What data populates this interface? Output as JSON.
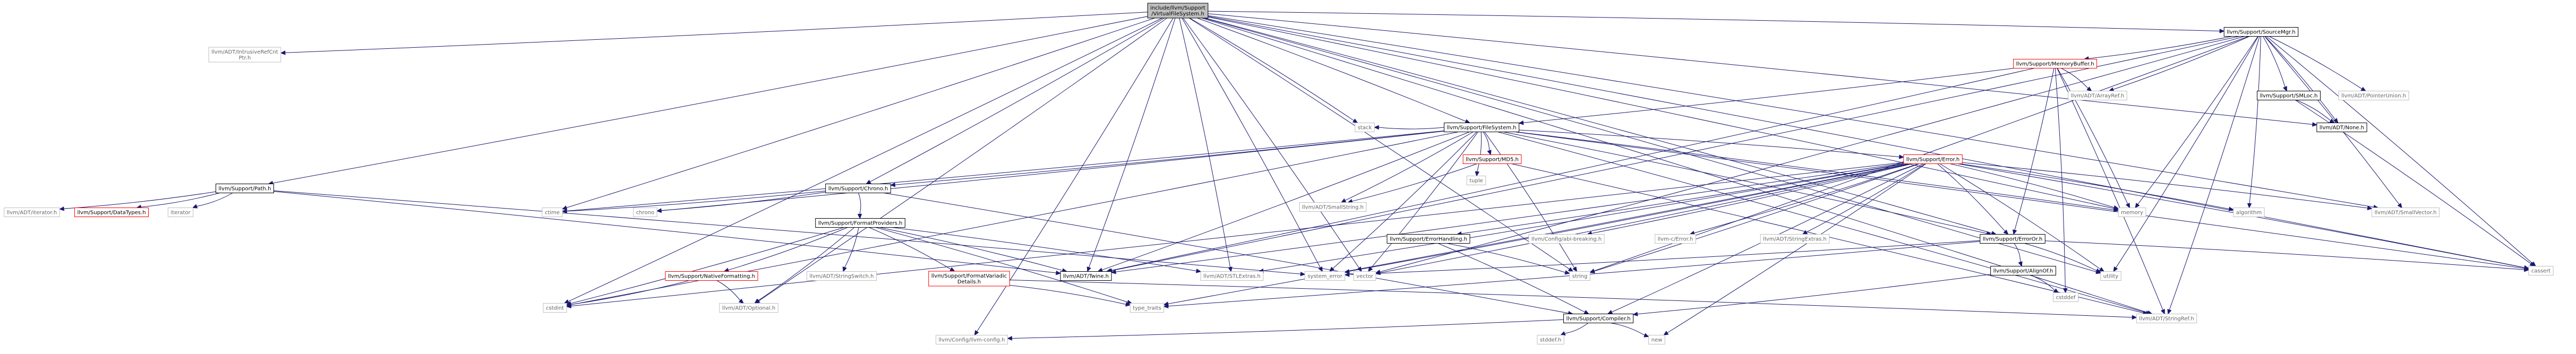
{
  "graph": {
    "nodes": [
      {
        "id": "vfs",
        "label": [
          "include/llvm/Support",
          "/VirtualFileSystem.h"
        ],
        "kind": "root"
      },
      {
        "id": "intrusiveref",
        "label": [
          "llvm/ADT/IntrusiveRefCnt",
          "Ptr.h"
        ],
        "kind": "nolink"
      },
      {
        "id": "path",
        "label": [
          "llvm/Support/Path.h"
        ],
        "kind": "normal"
      },
      {
        "id": "ctime",
        "label": [
          "ctime"
        ],
        "kind": "nolink"
      },
      {
        "id": "chronoh",
        "label": [
          "llvm/Support/Chrono.h"
        ],
        "kind": "normal"
      },
      {
        "id": "stack",
        "label": [
          "stack"
        ],
        "kind": "nolink"
      },
      {
        "id": "filesystem",
        "label": [
          "llvm/Support/FileSystem.h"
        ],
        "kind": "normal"
      },
      {
        "id": "sourcemgr",
        "label": [
          "llvm/Support/SourceMgr.h"
        ],
        "kind": "normal"
      },
      {
        "id": "memorybuffer",
        "label": [
          "llvm/Support/MemoryBuffer.h"
        ],
        "kind": "red"
      },
      {
        "id": "md5",
        "label": [
          "llvm/Support/MD5.h"
        ],
        "kind": "red"
      },
      {
        "id": "tuple",
        "label": [
          "tuple"
        ],
        "kind": "nolink"
      },
      {
        "id": "errorh",
        "label": [
          "llvm/Support/Error.h"
        ],
        "kind": "red"
      },
      {
        "id": "smloc",
        "label": [
          "llvm/Support/SMLoc.h"
        ],
        "kind": "normal"
      },
      {
        "id": "pointerunion",
        "label": [
          "llvm/ADT/PointerUnion.h"
        ],
        "kind": "nolink"
      },
      {
        "id": "arrayref",
        "label": [
          "llvm/ADT/ArrayRef.h"
        ],
        "kind": "nolink"
      },
      {
        "id": "none",
        "label": [
          "llvm/ADT/None.h"
        ],
        "kind": "normal"
      },
      {
        "id": "iterator",
        "label": [
          "llvm/ADT/iterator.h"
        ],
        "kind": "nolink"
      },
      {
        "id": "datatypes",
        "label": [
          "llvm/Support/DataTypes.h"
        ],
        "kind": "red"
      },
      {
        "id": "iteratorstd",
        "label": [
          "iterator"
        ],
        "kind": "nolink"
      },
      {
        "id": "formatproviders",
        "label": [
          "llvm/Support/FormatProviders.h"
        ],
        "kind": "normal"
      },
      {
        "id": "chrono",
        "label": [
          "chrono"
        ],
        "kind": "nolink"
      },
      {
        "id": "smallstring",
        "label": [
          "llvm/ADT/SmallString.h"
        ],
        "kind": "nolink"
      },
      {
        "id": "errorhandling",
        "label": [
          "llvm/Support/ErrorHandling.h"
        ],
        "kind": "normal"
      },
      {
        "id": "abibreaking",
        "label": [
          "llvm/Config/abi-breaking.h"
        ],
        "kind": "nolink"
      },
      {
        "id": "llvmerror",
        "label": [
          "llvm-c/Error.h"
        ],
        "kind": "nolink"
      },
      {
        "id": "stringextras",
        "label": [
          "llvm/ADT/StringExtras.h"
        ],
        "kind": "nolink"
      },
      {
        "id": "errororh",
        "label": [
          "llvm/Support/ErrorOr.h"
        ],
        "kind": "normal"
      },
      {
        "id": "alignof",
        "label": [
          "llvm/Support/AlignOf.h"
        ],
        "kind": "normal"
      },
      {
        "id": "memory",
        "label": [
          "memory"
        ],
        "kind": "nolink"
      },
      {
        "id": "algorithm",
        "label": [
          "algorithm"
        ],
        "kind": "nolink"
      },
      {
        "id": "smallvector",
        "label": [
          "llvm/ADT/SmallVector.h"
        ],
        "kind": "nolink"
      },
      {
        "id": "cassert",
        "label": [
          "cassert"
        ],
        "kind": "nolink"
      },
      {
        "id": "nativeformatting",
        "label": [
          "llvm/Support/NativeFormatting.h"
        ],
        "kind": "red"
      },
      {
        "id": "stringswitch",
        "label": [
          "llvm/ADT/StringSwitch.h"
        ],
        "kind": "nolink"
      },
      {
        "id": "formatvariadic",
        "label": [
          "llvm/Support/FormatVariadic",
          "Details.h"
        ],
        "kind": "red"
      },
      {
        "id": "twine",
        "label": [
          "llvm/ADT/Twine.h"
        ],
        "kind": "normal"
      },
      {
        "id": "stlextras",
        "label": [
          "llvm/ADT/STLExtras.h"
        ],
        "kind": "nolink"
      },
      {
        "id": "systemerror",
        "label": [
          "system_error"
        ],
        "kind": "nolink"
      },
      {
        "id": "vector",
        "label": [
          "vector"
        ],
        "kind": "nolink"
      },
      {
        "id": "string",
        "label": [
          "string"
        ],
        "kind": "nolink"
      },
      {
        "id": "utility",
        "label": [
          "utility"
        ],
        "kind": "nolink"
      },
      {
        "id": "cstdint",
        "label": [
          "cstdint"
        ],
        "kind": "nolink"
      },
      {
        "id": "optional",
        "label": [
          "llvm/ADT/Optional.h"
        ],
        "kind": "nolink"
      },
      {
        "id": "typetraits",
        "label": [
          "type_traits"
        ],
        "kind": "nolink"
      },
      {
        "id": "compiler",
        "label": [
          "llvm/Support/Compiler.h"
        ],
        "kind": "normal"
      },
      {
        "id": "stringref",
        "label": [
          "llvm/ADT/StringRef.h"
        ],
        "kind": "nolink"
      },
      {
        "id": "cstddef",
        "label": [
          "cstddef"
        ],
        "kind": "nolink"
      },
      {
        "id": "llvmconfig",
        "label": [
          "llvm/Config/llvm-config.h"
        ],
        "kind": "nolink"
      },
      {
        "id": "stddef",
        "label": [
          "stddef.h"
        ],
        "kind": "nolink"
      },
      {
        "id": "new",
        "label": [
          "new"
        ],
        "kind": "nolink"
      }
    ],
    "colors": {
      "edge": "#191970",
      "root_fill": "#bfbfbf",
      "root_border": "#000000",
      "normal_border": "#000000",
      "red_border": "#ff0000",
      "nolink_border": "#bfbfbf",
      "nolink_text": "#666666",
      "text": "#000000"
    }
  }
}
